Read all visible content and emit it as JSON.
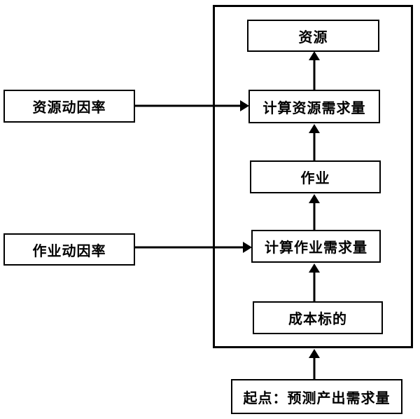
{
  "diagram": {
    "type": "flowchart",
    "boundary": {
      "name": "model-boundary"
    },
    "boxes": {
      "resource": {
        "label": "资源"
      },
      "calc_resource_demand": {
        "label": "计算资源需求量"
      },
      "activity": {
        "label": "作业"
      },
      "calc_activity_demand": {
        "label": "计算作业需求量"
      },
      "cost_object": {
        "label": "成本标的"
      },
      "resource_driver_rate": {
        "label": "资源动因率"
      },
      "activity_driver_rate": {
        "label": "作业动因率"
      },
      "start_point": {
        "label": "起点：预测产出需求量"
      }
    },
    "edges": [
      {
        "from": "calc_resource_demand",
        "to": "resource",
        "direction": "up"
      },
      {
        "from": "activity",
        "to": "calc_resource_demand",
        "direction": "up"
      },
      {
        "from": "calc_activity_demand",
        "to": "activity",
        "direction": "up"
      },
      {
        "from": "cost_object",
        "to": "calc_activity_demand",
        "direction": "up"
      },
      {
        "from": "start_point",
        "to": "model-boundary",
        "direction": "up"
      },
      {
        "from": "resource_driver_rate",
        "to": "calc_resource_demand",
        "direction": "right"
      },
      {
        "from": "activity_driver_rate",
        "to": "calc_activity_demand",
        "direction": "right"
      }
    ],
    "colors": {
      "line": "#000000",
      "background": "#ffffff",
      "box_fill": "#ffffff"
    }
  }
}
